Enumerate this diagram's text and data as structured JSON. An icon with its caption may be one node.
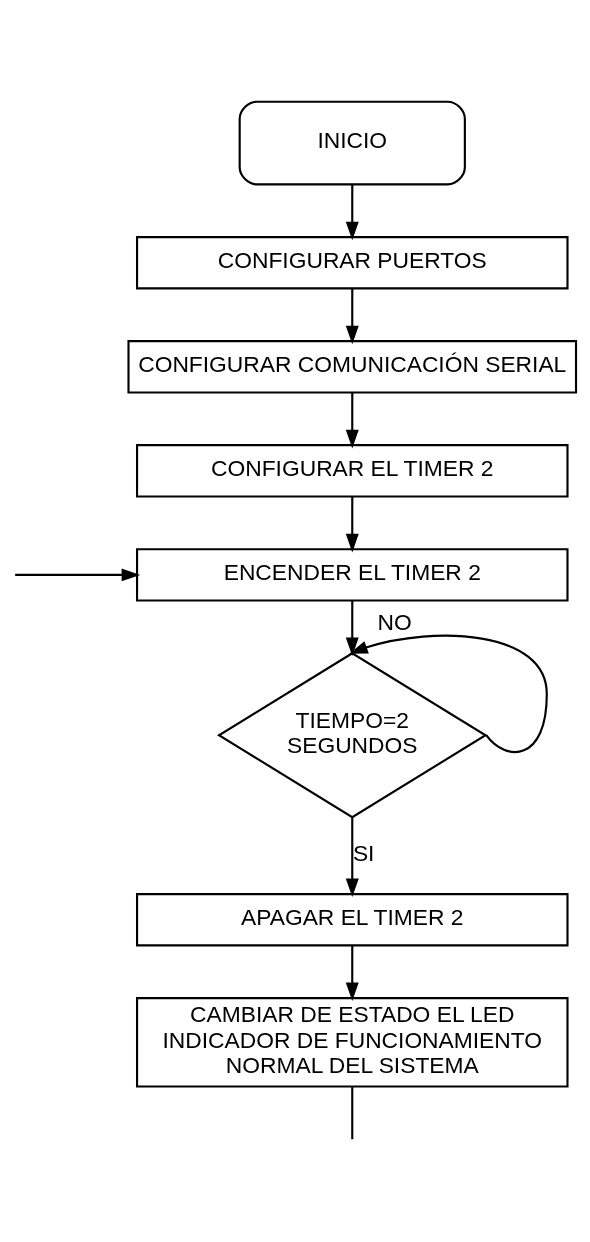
{
  "diagram": {
    "nodes": [
      {
        "text": [
          "INICIO"
        ]
      },
      {
        "text": [
          "CONFIGURAR PUERTOS"
        ]
      },
      {
        "text": [
          "CONFIGURAR COMUNICACIÓN SERIAL"
        ]
      },
      {
        "text": [
          "CONFIGURAR EL TIMER 2"
        ]
      },
      {
        "text": [
          "ENCENDER EL TIMER 2"
        ]
      },
      {
        "text": [
          "TIEMPO=2 SEGUNDOS"
        ]
      },
      {
        "text": [
          "APAGAR EL TIMER 2"
        ]
      },
      {
        "text": [
          "CAMBIAR DE ESTADO EL LED INDICADOR DE FUNCIONAMIENTO NORMAL DEL SISTEMA"
        ]
      }
    ],
    "edges": [
      {
        "from": 0,
        "to": 1,
        "arrow": "to"
      },
      {
        "from": 1,
        "to": 2,
        "arrow": "to"
      },
      {
        "from": 2,
        "to": 3,
        "arrow": "to"
      },
      {
        "from": 3,
        "to": 4,
        "arrow": "to"
      },
      {
        "from": null,
        "to": 4,
        "arrow": "to"
      },
      {
        "from": 4,
        "to": 5,
        "arrow": "to"
      },
      {
        "from": 5,
        "to": 5,
        "arrow": "to",
        "label": "NO"
      },
      {
        "from": 5,
        "to": 6,
        "arrow": "to",
        "label": "SI"
      },
      {
        "from": 6,
        "to": 7,
        "arrow": "to"
      },
      {
        "from": 7,
        "to": null,
        "arrow": "none"
      }
    ]
  }
}
